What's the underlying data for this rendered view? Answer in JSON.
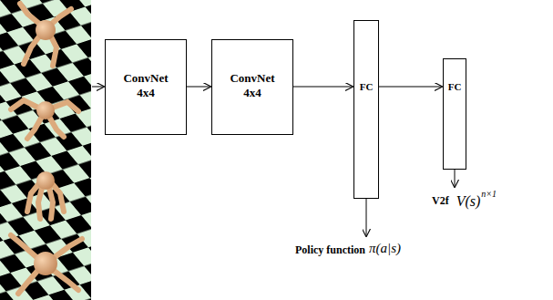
{
  "diagram": {
    "nodes": [
      {
        "text": [
          "ConvNet 4x4"
        ]
      },
      {
        "text": [
          "ConvNet 4x4"
        ]
      },
      {
        "text": [
          "FC"
        ]
      },
      {
        "text": [
          "FC"
        ]
      }
    ],
    "edges": [
      {
        "from": 0,
        "to": 1,
        "arrow": "to"
      },
      {
        "from": 1,
        "to": 2,
        "arrow": "to"
      },
      {
        "from": 2,
        "to": 3,
        "arrow": "to"
      }
    ],
    "labels": [
      "Policy function",
      "π(a|s)",
      "V2f",
      "V(s)",
      "n×1"
    ]
  }
}
